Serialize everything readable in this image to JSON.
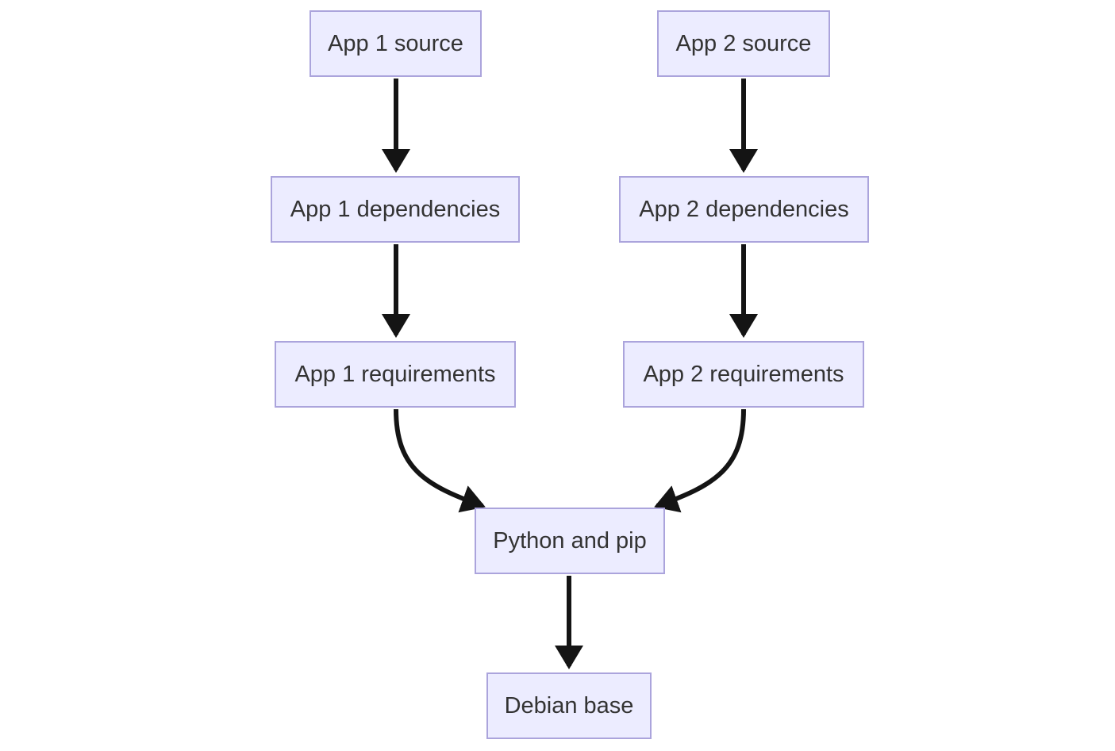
{
  "diagram": {
    "type": "flowchart",
    "direction": "top-down",
    "nodes": [
      {
        "id": "app1-source",
        "label": "App 1 source"
      },
      {
        "id": "app2-source",
        "label": "App 2 source"
      },
      {
        "id": "app1-dependencies",
        "label": "App 1 dependencies"
      },
      {
        "id": "app2-dependencies",
        "label": "App 2 dependencies"
      },
      {
        "id": "app1-requirements",
        "label": "App 1 requirements"
      },
      {
        "id": "app2-requirements",
        "label": "App 2 requirements"
      },
      {
        "id": "python-and-pip",
        "label": "Python and pip"
      },
      {
        "id": "debian-base",
        "label": "Debian base"
      }
    ],
    "edges": [
      {
        "from": "app1-source",
        "to": "app1-dependencies",
        "style": "straight-arrow"
      },
      {
        "from": "app2-source",
        "to": "app2-dependencies",
        "style": "straight-arrow"
      },
      {
        "from": "app1-dependencies",
        "to": "app1-requirements",
        "style": "straight-arrow"
      },
      {
        "from": "app2-dependencies",
        "to": "app2-requirements",
        "style": "straight-arrow"
      },
      {
        "from": "app1-requirements",
        "to": "python-and-pip",
        "style": "curved-arrow"
      },
      {
        "from": "app2-requirements",
        "to": "python-and-pip",
        "style": "curved-arrow"
      },
      {
        "from": "python-and-pip",
        "to": "debian-base",
        "style": "straight-arrow"
      }
    ],
    "colors": {
      "background": "#FFFFFF",
      "node_fill": "#ECECFF",
      "node_border": "#ABA4DC",
      "edge": "#141414",
      "text": "#333333"
    }
  }
}
